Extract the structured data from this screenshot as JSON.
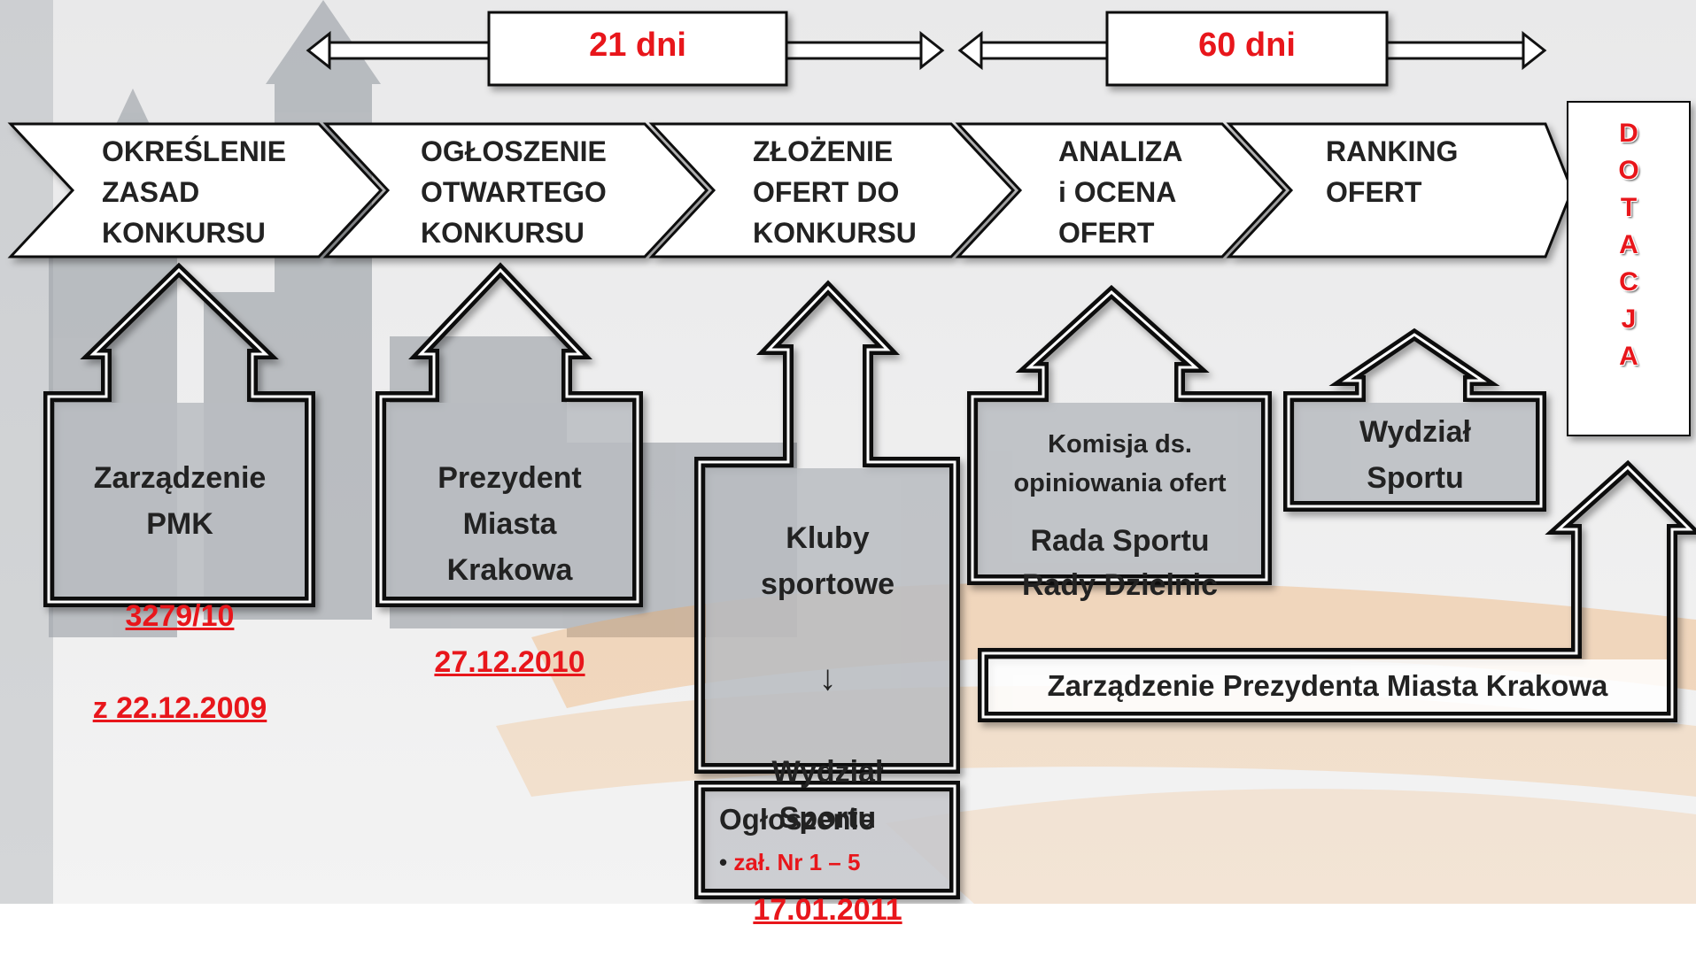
{
  "durations": [
    {
      "label": "21 dni"
    },
    {
      "label": "60 dni"
    }
  ],
  "stages": [
    {
      "label": "OKREŚLENIE\nZASAD\nKONKURSU"
    },
    {
      "label": "OGŁOSZENIE\nOTWARTEGO\nKONKURSU"
    },
    {
      "label": "ZŁOŻENIE\nOFERT DO\nKONKURSU"
    },
    {
      "label": "ANALIZA\ni OCENA\nOFERT"
    },
    {
      "label": "RANKING\nOFERT"
    }
  ],
  "final_letters": [
    "D",
    "O",
    "T",
    "A",
    "C",
    "J",
    "A"
  ],
  "boxes": {
    "zarzadzenie": {
      "text": "Zarządzenie\nPMK",
      "ref1": "3279/10",
      "ref2": "z 22.12.2009"
    },
    "prezydent": {
      "text": "Prezydent\nMiasta\nKrakowa",
      "date": "27.12.2010"
    },
    "kluby": {
      "line1": "Kluby\nsportowe",
      "arrow": "↓",
      "line2": "Wydział\nSportu",
      "date": "17.01.2011"
    },
    "komisja": {
      "line1": "Komisja ds.\nopiniowania ofert",
      "line2": "Rada Sportu\nRady Dzielnic"
    },
    "wydzial": {
      "text": "Wydział\nSportu"
    },
    "ogloszenie": {
      "title": "Ogłoszenie",
      "bullet": "•",
      "item": "zał. Nr 1 – 5"
    },
    "zarzadzenie_prezydenta": {
      "text": "Zarządzenie Prezydenta Miasta Krakowa"
    }
  },
  "colors": {
    "accent_red": "#e8161b",
    "border": "#111111",
    "box_fill": "#b9bcc1",
    "stage_fill": "#ffffff"
  }
}
